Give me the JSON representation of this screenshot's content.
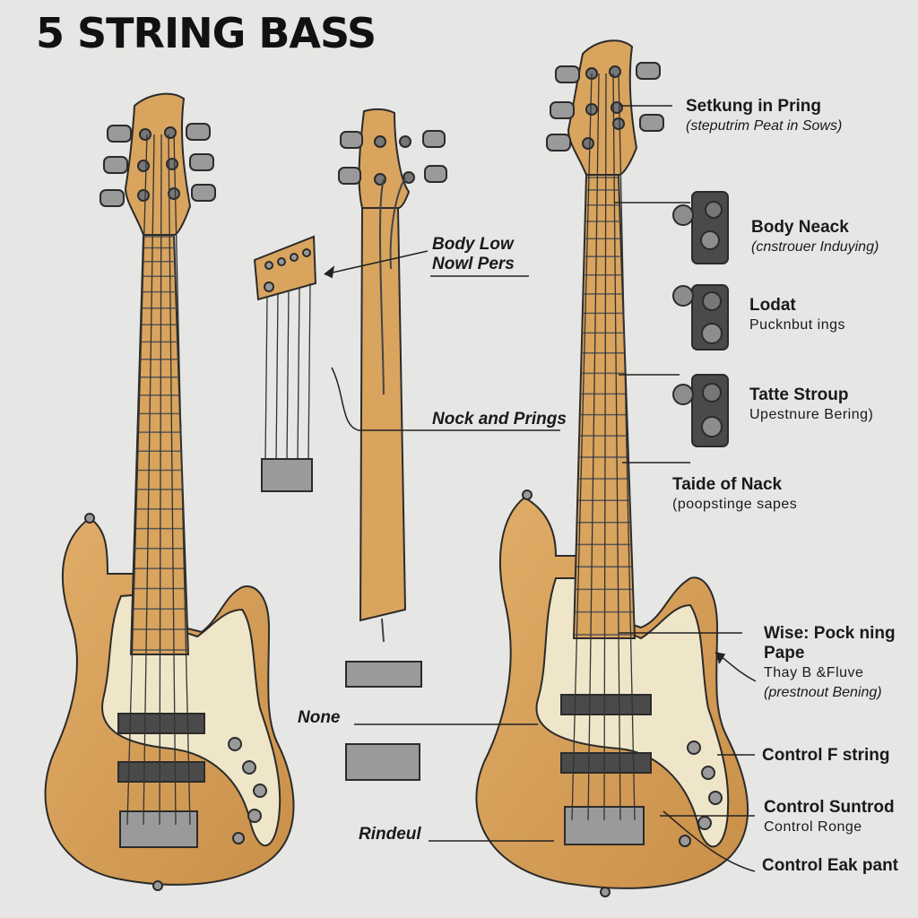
{
  "title": "5 STRING BASS",
  "labels": {
    "l1": {
      "title": "Body Low",
      "sub": "Nowl Pers"
    },
    "l2": {
      "title": "Nock and Prings"
    },
    "l3": {
      "title": "None"
    },
    "l4": {
      "title": "Rindeul"
    },
    "r1": {
      "title": "Setkung in Pring",
      "sub": "(steputrim Peat in Sows)"
    },
    "r2": {
      "title": "Body Neack",
      "sub": "(cnstrouer Induying)"
    },
    "r3": {
      "title": "Lodat",
      "sub": "Pucknbut ings"
    },
    "r4": {
      "title": "Tatte Stroup",
      "sub": "Upestnure Bering)"
    },
    "r5": {
      "title": "Taide of Nack",
      "sub": "(poopstinge sapes"
    },
    "r6": {
      "title": "Wise: Pock ning",
      "sub": "Pape",
      "sub2": "Thay B &Fluve",
      "sub3": "(prestnout Bening)"
    },
    "r7": {
      "title": "Control F string"
    },
    "r8": {
      "title": "Control Suntrod",
      "sub": "Control Ronge"
    },
    "r9": {
      "title": "Control Eak pant"
    }
  },
  "colors": {
    "background": "#e6e6e4",
    "wood": "#d9a45e",
    "wood_dark": "#b97f3a",
    "pickguard": "#efe6c9",
    "hardware": "#8d8d8d",
    "pickup": "#4a4a4a",
    "outline": "#2b2b2b"
  }
}
